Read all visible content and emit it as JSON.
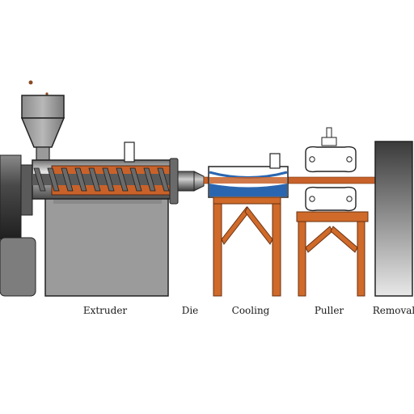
{
  "diagram": {
    "stages": {
      "extruder": "Extruder",
      "die": "Die",
      "cooling": "Cooling",
      "puller": "Puller",
      "removal": "Removal"
    },
    "colors": {
      "steel_dark": "#3c3c3c",
      "steel_mid": "#8a8a8a",
      "steel_light": "#d9d9d9",
      "body_gray": "#9b9b9b",
      "melt_orange": "#c8622a",
      "water_blue": "#2a66b0",
      "stand_orange": "#cf6a2a",
      "outline": "#222222"
    }
  }
}
